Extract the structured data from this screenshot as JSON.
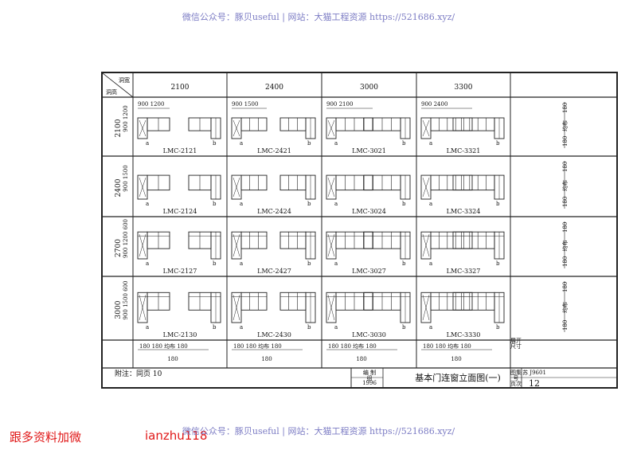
{
  "watermark": {
    "top": "微信公众号：豚贝useful | 网站：大猫工程资源 https://521686.xyz/",
    "bottom": "微信公众号：豚贝useful | 网站：大猫工程资源 https://521686.xyz/"
  },
  "promo": {
    "left": "跟多资料加微",
    "right": "ianzhu118"
  },
  "table": {
    "corner_top": "洞宽",
    "corner_bottom": "洞高",
    "widths": [
      "2100",
      "2400",
      "3000",
      "3300"
    ],
    "heights": [
      "2100",
      "2400",
      "2700",
      "3000"
    ],
    "row_height_dims": [
      "900  1200",
      "900  1500",
      "900  1200  600",
      "900  1500  600"
    ],
    "col_width_dims": [
      "900 1200",
      "900  1500",
      "900    2100",
      "900    2400"
    ],
    "labels": [
      [
        "LMC-2121",
        "LMC-2421",
        "LMC-3021",
        "LMC-3321"
      ],
      [
        "LMC-2124",
        "LMC-2424",
        "LMC-3024",
        "LMC-3324"
      ],
      [
        "LMC-2127",
        "LMC-2427",
        "LMC-3027",
        "LMC-3327"
      ],
      [
        "LMC-2130",
        "LMC-2430",
        "LMC-3030",
        "LMC-3330"
      ]
    ],
    "variant_a": "a",
    "variant_b": "b",
    "right_dim_180": "180",
    "right_dim_even": "均布",
    "bottom_dims": [
      "180 180  均布  180",
      "180 180  均布 180",
      "180 180  均布  180",
      "180 180  均布  180"
    ],
    "bottom_dim_180": "180",
    "bottom_right_label": [
      "展开",
      "尺寸"
    ]
  },
  "note": "附注：同页 10",
  "title_block": {
    "designer_label": "编 制 组",
    "year": "1996",
    "title": "基本门连窗立面图(一)",
    "atlas_label": "图集号",
    "atlas_no": "苏 J9601",
    "page_label": "页次",
    "page_no": "12"
  }
}
